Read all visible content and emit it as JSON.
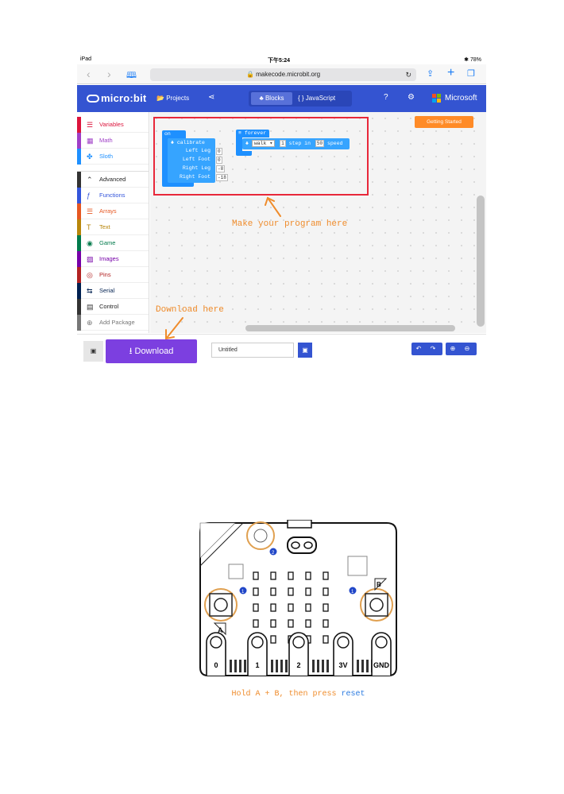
{
  "status_bar": {
    "device": "iPad",
    "time": "下午5:24",
    "battery": "78%"
  },
  "browser": {
    "url": "makecode.microbit.org"
  },
  "header": {
    "logo": "micro:bit",
    "projects": "Projects",
    "blocks": "Blocks",
    "javascript": "{ } JavaScript",
    "microsoft": "Microsoft"
  },
  "toolbox": [
    {
      "label": "Variables",
      "color": "#dc143c",
      "icon": "list-icon"
    },
    {
      "label": "Math",
      "color": "#9f3fc7",
      "icon": "grid-icon"
    },
    {
      "label": "Sloth",
      "color": "#1e90ff",
      "icon": "paw-icon"
    },
    {
      "label": "Advanced",
      "color": "#333333",
      "icon": "chevron-up-icon"
    },
    {
      "label": "Functions",
      "color": "#3455db",
      "icon": "function-icon"
    },
    {
      "label": "Arrays",
      "color": "#e65722",
      "icon": "list-icon"
    },
    {
      "label": "Text",
      "color": "#b8860b",
      "icon": "text-icon"
    },
    {
      "label": "Game",
      "color": "#007a4b",
      "icon": "gamepad-icon"
    },
    {
      "label": "Images",
      "color": "#7600a8",
      "icon": "image-icon"
    },
    {
      "label": "Pins",
      "color": "#b22222",
      "icon": "pin-icon"
    },
    {
      "label": "Serial",
      "color": "#002050",
      "icon": "usb-icon"
    },
    {
      "label": "Control",
      "color": "#333333",
      "icon": "control-icon"
    },
    {
      "label": "Add Package",
      "color": "#777777",
      "icon": "plus-circle-icon"
    }
  ],
  "workspace": {
    "getting_started": "Getting Started",
    "on_start": {
      "label": "on start",
      "calibrate": "calibrate",
      "params": [
        {
          "name": "Left Leg",
          "value": "0"
        },
        {
          "name": "Left Foot",
          "value": "0"
        },
        {
          "name": "Right Leg",
          "value": "-8"
        },
        {
          "name": "Right Foot",
          "value": "-18"
        }
      ]
    },
    "forever": {
      "label": "forever",
      "action": "walk",
      "count": "1",
      "mid": "step in",
      "speed_value": "50",
      "speed": "speed"
    }
  },
  "bottom": {
    "download": "Download",
    "project_name": "Untitled"
  },
  "annotations": {
    "program_here": "Make your program here",
    "download_here": "Download here"
  },
  "board": {
    "pins": [
      "0",
      "1",
      "2",
      "3V",
      "GND"
    ],
    "button_a": "A",
    "button_b": "B",
    "step_1": "1",
    "step_2": "2"
  },
  "caption": {
    "part1": "Hold A + B, then press ",
    "part2": "reset"
  }
}
